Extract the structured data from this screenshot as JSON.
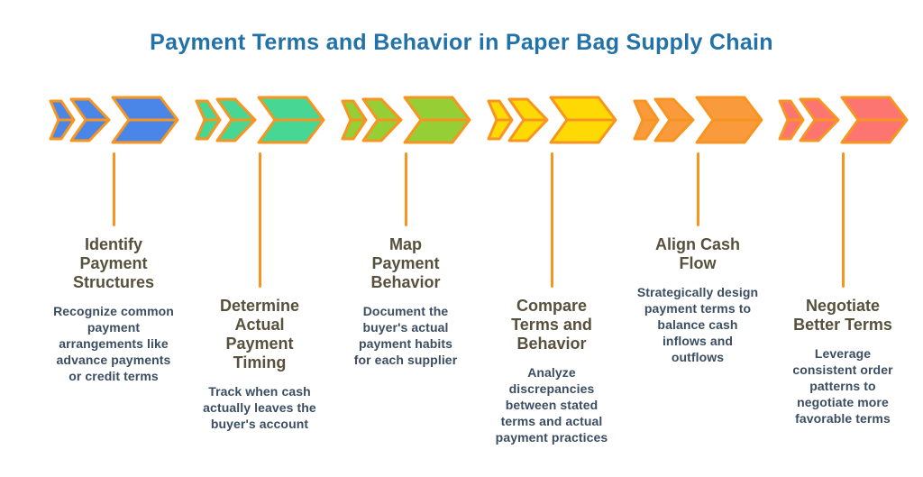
{
  "title": {
    "text": "Payment Terms and Behavior in Paper Bag Supply Chain"
  },
  "colors": {
    "background": "#FFFFFF",
    "heading": "#2272A8",
    "outline": "#F89521",
    "step_title": "#57503C",
    "step_desc": "#3A4D61"
  },
  "steps": [
    {
      "title": "Identify\nPayment\nStructures",
      "description": "Recognize common\npayment\narrangements like\nadvance payments\nor credit terms",
      "fill": "#4A86E8",
      "stagger": "short"
    },
    {
      "title": "Determine\nActual\nPayment\nTiming",
      "description": "Track when cash\nactually leaves the\nbuyer's account",
      "fill": "#47D694",
      "stagger": "long"
    },
    {
      "title": "Map\nPayment\nBehavior",
      "description": "Document the\nbuyer's actual\npayment habits\nfor each supplier",
      "fill": "#96CE35",
      "stagger": "short"
    },
    {
      "title": "Compare\nTerms and\nBehavior",
      "description": "Analyze\ndiscrepancies\nbetween stated\nterms and actual\npayment practices",
      "fill": "#FFD903",
      "stagger": "long"
    },
    {
      "title": "Align Cash\nFlow",
      "description": "Strategically design\npayment terms to\nbalance cash\ninflows and\noutflows",
      "fill": "#F99B3D",
      "stagger": "short"
    },
    {
      "title": "Negotiate\nBetter Terms",
      "description": "Leverage\nconsistent order\npatterns to\nnegotiate more\nfavorable terms",
      "fill": "#FC7570",
      "stagger": "long"
    }
  ]
}
